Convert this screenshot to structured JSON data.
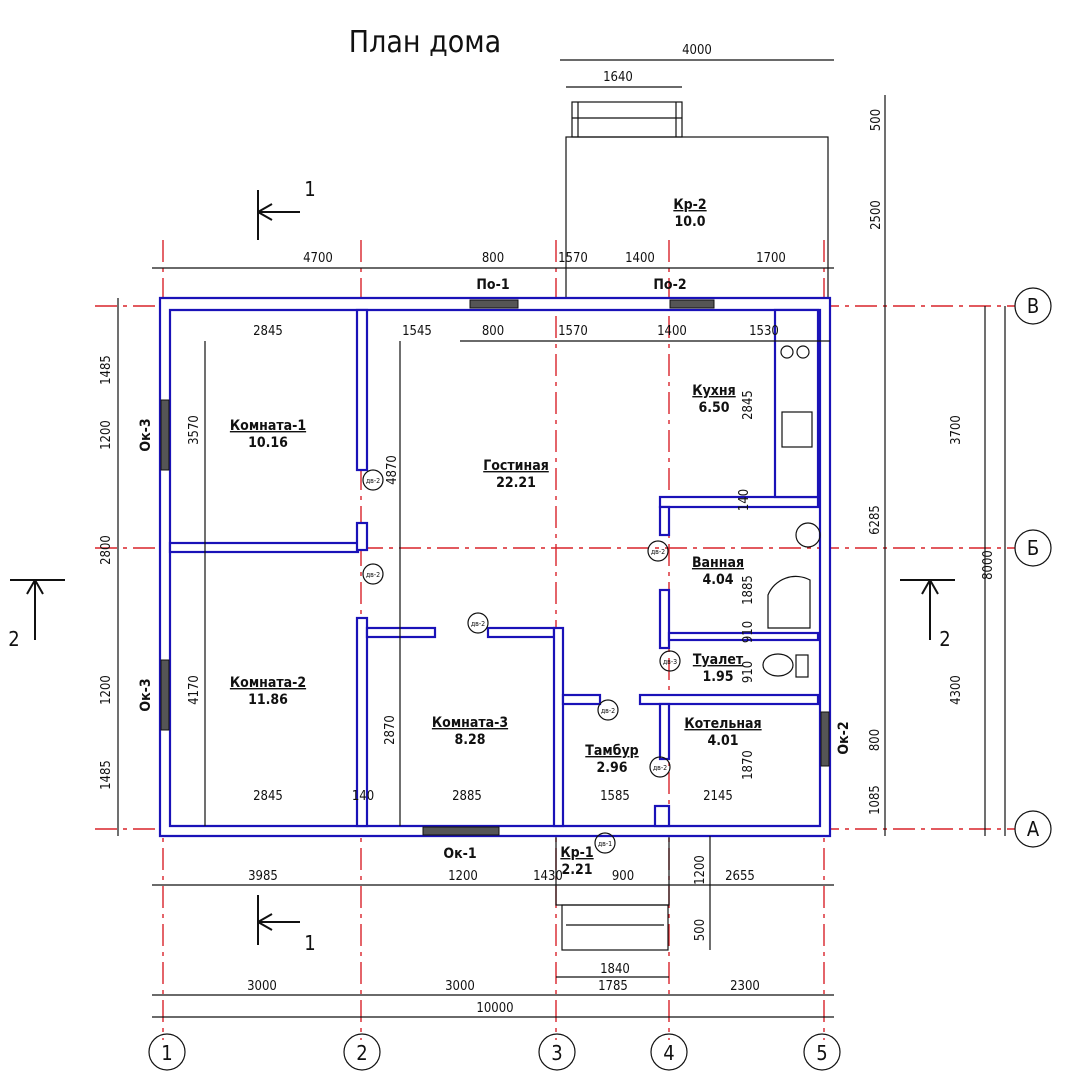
{
  "title": "План дома",
  "axes": {
    "columns": [
      "1",
      "2",
      "3",
      "4",
      "5"
    ],
    "rows": [
      "А",
      "Б",
      "В"
    ]
  },
  "sections": [
    "1",
    "1",
    "2",
    "2"
  ],
  "rooms": [
    {
      "name": "Комната-1",
      "area": "10.16"
    },
    {
      "name": "Гостиная",
      "area": "22.21"
    },
    {
      "name": "Кухня",
      "area": "6.50"
    },
    {
      "name": "Ванная",
      "area": "4.04"
    },
    {
      "name": "Туалет",
      "area": "1.95"
    },
    {
      "name": "Котельная",
      "area": "4.01"
    },
    {
      "name": "Тамбур",
      "area": "2.96"
    },
    {
      "name": "Комната-2",
      "area": "11.86"
    },
    {
      "name": "Комната-3",
      "area": "8.28"
    },
    {
      "name": "Кр-1",
      "area": "2.21"
    },
    {
      "name": "Кр-2",
      "area": "10.0"
    }
  ],
  "openings": [
    "По-1",
    "По-2",
    "Ок-3",
    "Ок-3",
    "Ок-1",
    "Ок-2"
  ],
  "doors": [
    "дв-2",
    "дв-2",
    "дв-2",
    "дв-2",
    "дв-3",
    "дв-2",
    "дв-2",
    "дв-1"
  ],
  "dimensions": [
    "4700",
    "800",
    "1570",
    "1400",
    "1700",
    "4000",
    "1640",
    "500",
    "2500",
    "6285",
    "3700",
    "8000",
    "4300",
    "800",
    "1085",
    "1485",
    "1200",
    "2800",
    "1200",
    "1485",
    "2845",
    "1545",
    "800",
    "1570",
    "1400",
    "1530",
    "3570",
    "4870",
    "2845",
    "140",
    "1885",
    "910",
    "910",
    "1870",
    "4170",
    "2870",
    "2845",
    "140",
    "2885",
    "1585",
    "2145",
    "3985",
    "1200",
    "1430",
    "900",
    "2655",
    "1200",
    "500",
    "1840",
    "3000",
    "3000",
    "1785",
    "2300",
    "10000"
  ]
}
